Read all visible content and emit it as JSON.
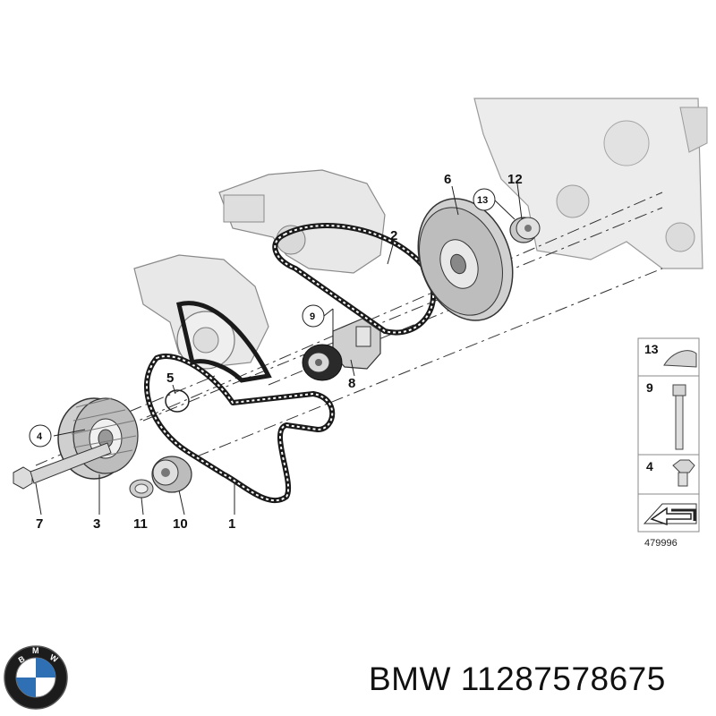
{
  "callouts": {
    "c1": "1",
    "c2": "2",
    "c3": "3",
    "c4": "4",
    "c5": "5",
    "c6": "6",
    "c7": "7",
    "c8": "8",
    "c9": "9",
    "c10": "10",
    "c11": "11",
    "c12": "12",
    "c13": "13"
  },
  "legend": {
    "row1": "13",
    "row2": "9",
    "row3": "4"
  },
  "reference_code": "479996",
  "footer": {
    "brand": "BMW",
    "part_number": "11287578675",
    "logo_text": "BMW"
  },
  "colors": {
    "part_fill": "#e6e6e6",
    "part_stroke": "#8a8a8a",
    "belt": "#1a1a1a",
    "bmw_blue": "#2f6fb3"
  }
}
